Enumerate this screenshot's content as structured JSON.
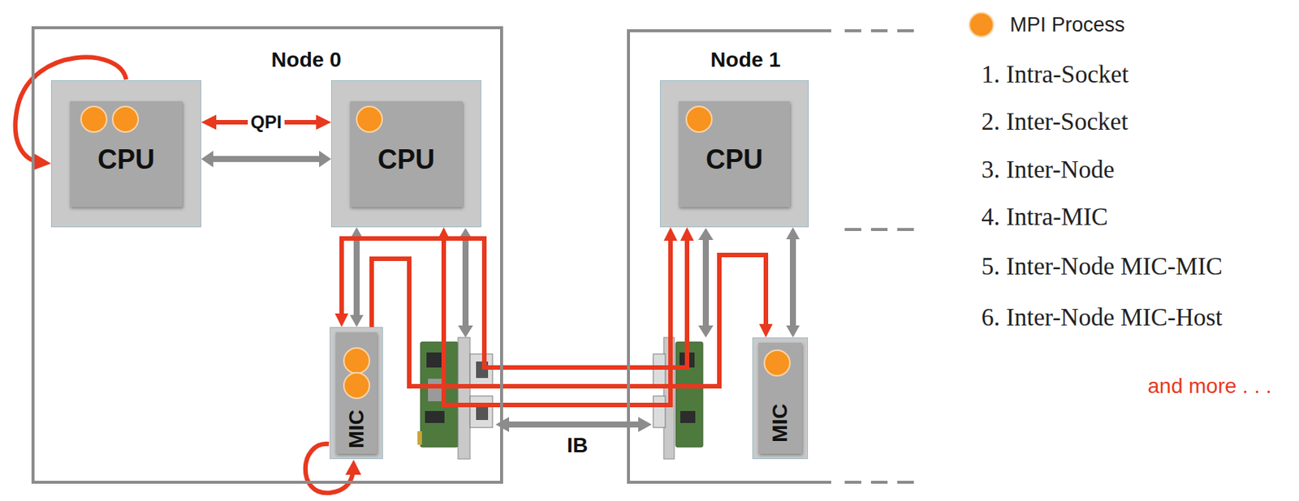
{
  "diagram": {
    "nodes": [
      {
        "text": [
          "Node 0"
        ]
      },
      {
        "text": [
          "CPU"
        ],
        "in": 0
      },
      {
        "text": [
          "CPU"
        ],
        "in": 0
      },
      {
        "text": [
          "MIC"
        ],
        "in": 0
      },
      {
        "text": [
          "Node 1"
        ]
      },
      {
        "text": [
          "CPU"
        ],
        "in": 4
      },
      {
        "text": [
          "MIC"
        ],
        "in": 4
      }
    ],
    "edges": [
      {
        "from": 1,
        "to": 2,
        "arrow": "both",
        "label": "QPI"
      },
      {
        "from": 1,
        "to": 2,
        "arrow": "both"
      },
      {
        "from": 2,
        "to": 3,
        "arrow": "both"
      },
      {
        "from": 5,
        "to": 6,
        "arrow": "both"
      },
      {
        "from": 3,
        "to": 5,
        "arrow": "both"
      },
      {
        "from": 2,
        "to": 5,
        "arrow": "both"
      },
      {
        "from": 3,
        "to": 6,
        "arrow": "to"
      }
    ],
    "labels": [
      "IB",
      "1. Intra-Socket",
      "2. Inter-Socket",
      "3. Inter-Node",
      "4. Intra-MIC",
      "5. Inter-Node MIC-MIC",
      "6. Inter-Node MIC-Host",
      "and more . . ."
    ],
    "legend": [
      {
        "text": "MPI Process",
        "color": "#f7931e"
      }
    ]
  }
}
